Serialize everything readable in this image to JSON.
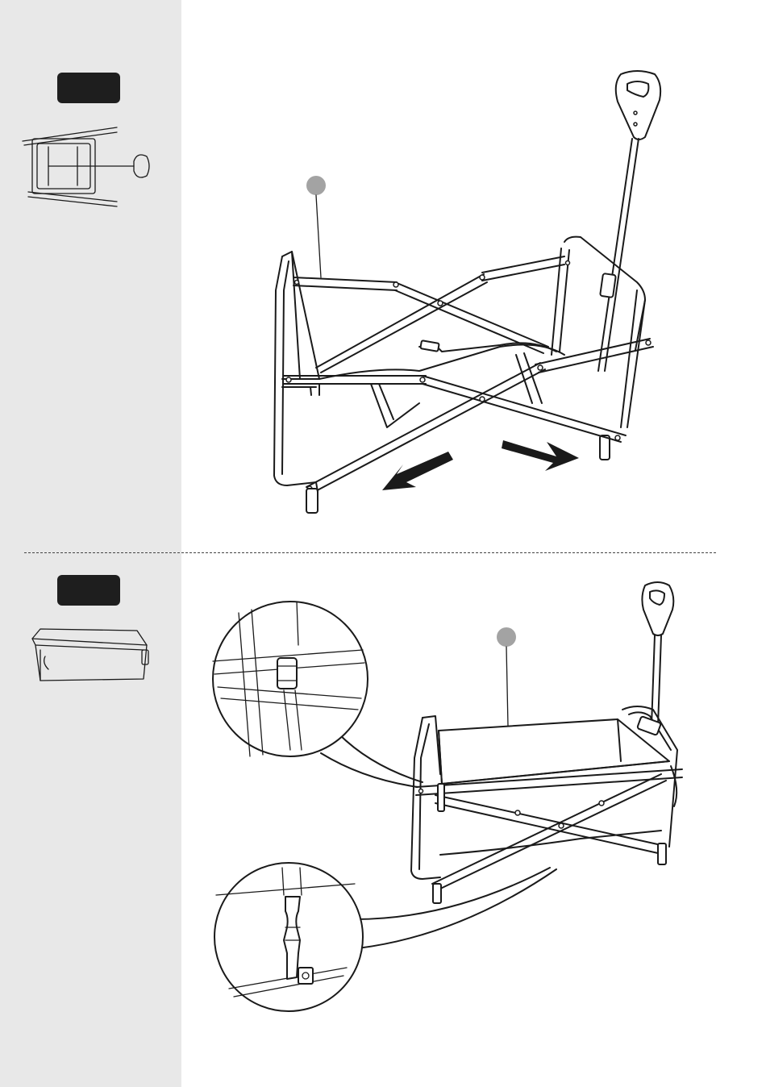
{
  "page": {
    "background": "#ffffff",
    "sidebar_color": "#e8e8e8",
    "badge_color": "#1e1e1e",
    "callout_color": "#a3a3a3"
  },
  "steps": [
    {
      "badge": "",
      "thumbnail": "folded-wagon-frame-thumbnail"
    },
    {
      "badge": "",
      "thumbnail": "fabric-basket-thumbnail"
    }
  ],
  "illustrations": {
    "step1": "wagon-frame-unfolding-illustration",
    "step2": "wagon-basket-install-illustration"
  }
}
